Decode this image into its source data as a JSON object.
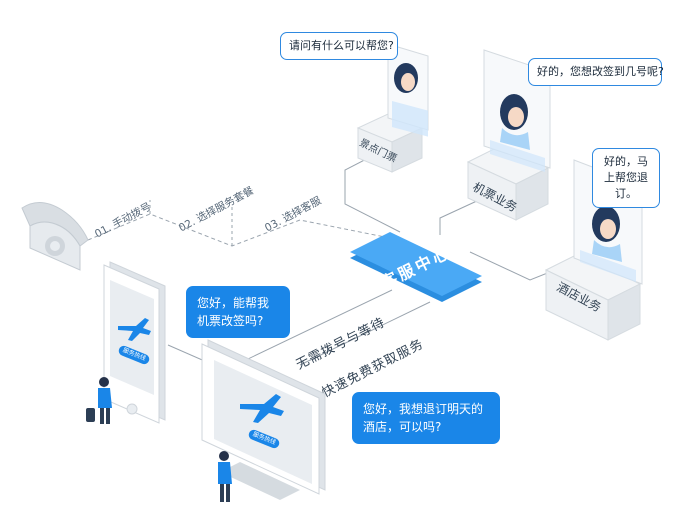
{
  "hub": {
    "label": "客服中心"
  },
  "steps": [
    "01. 手动拨号",
    "02. 选择服务套餐",
    "03. 选择客服"
  ],
  "flows": {
    "no_wait": "无需拨号与等待",
    "fast_service": "快速免费获取服务"
  },
  "services": {
    "scenic": {
      "label": "景点门票",
      "question": "请问有什么可以帮您?"
    },
    "flight": {
      "label": "机票业务",
      "question": "好的，您想改签到几号呢?"
    },
    "hotel": {
      "label": "酒店业务",
      "question": "好的，马上帮您退订。"
    }
  },
  "user_bubbles": {
    "phone": "您好，能帮我机票改签吗?",
    "monitor": "您好，我想退订明天的酒店，可以吗?"
  },
  "hotline_label": "服务热线",
  "colors": {
    "accent": "#1a86e8",
    "hub": "#4aa9f5",
    "line": "#9aa4ae",
    "device": "#e9edf1"
  }
}
